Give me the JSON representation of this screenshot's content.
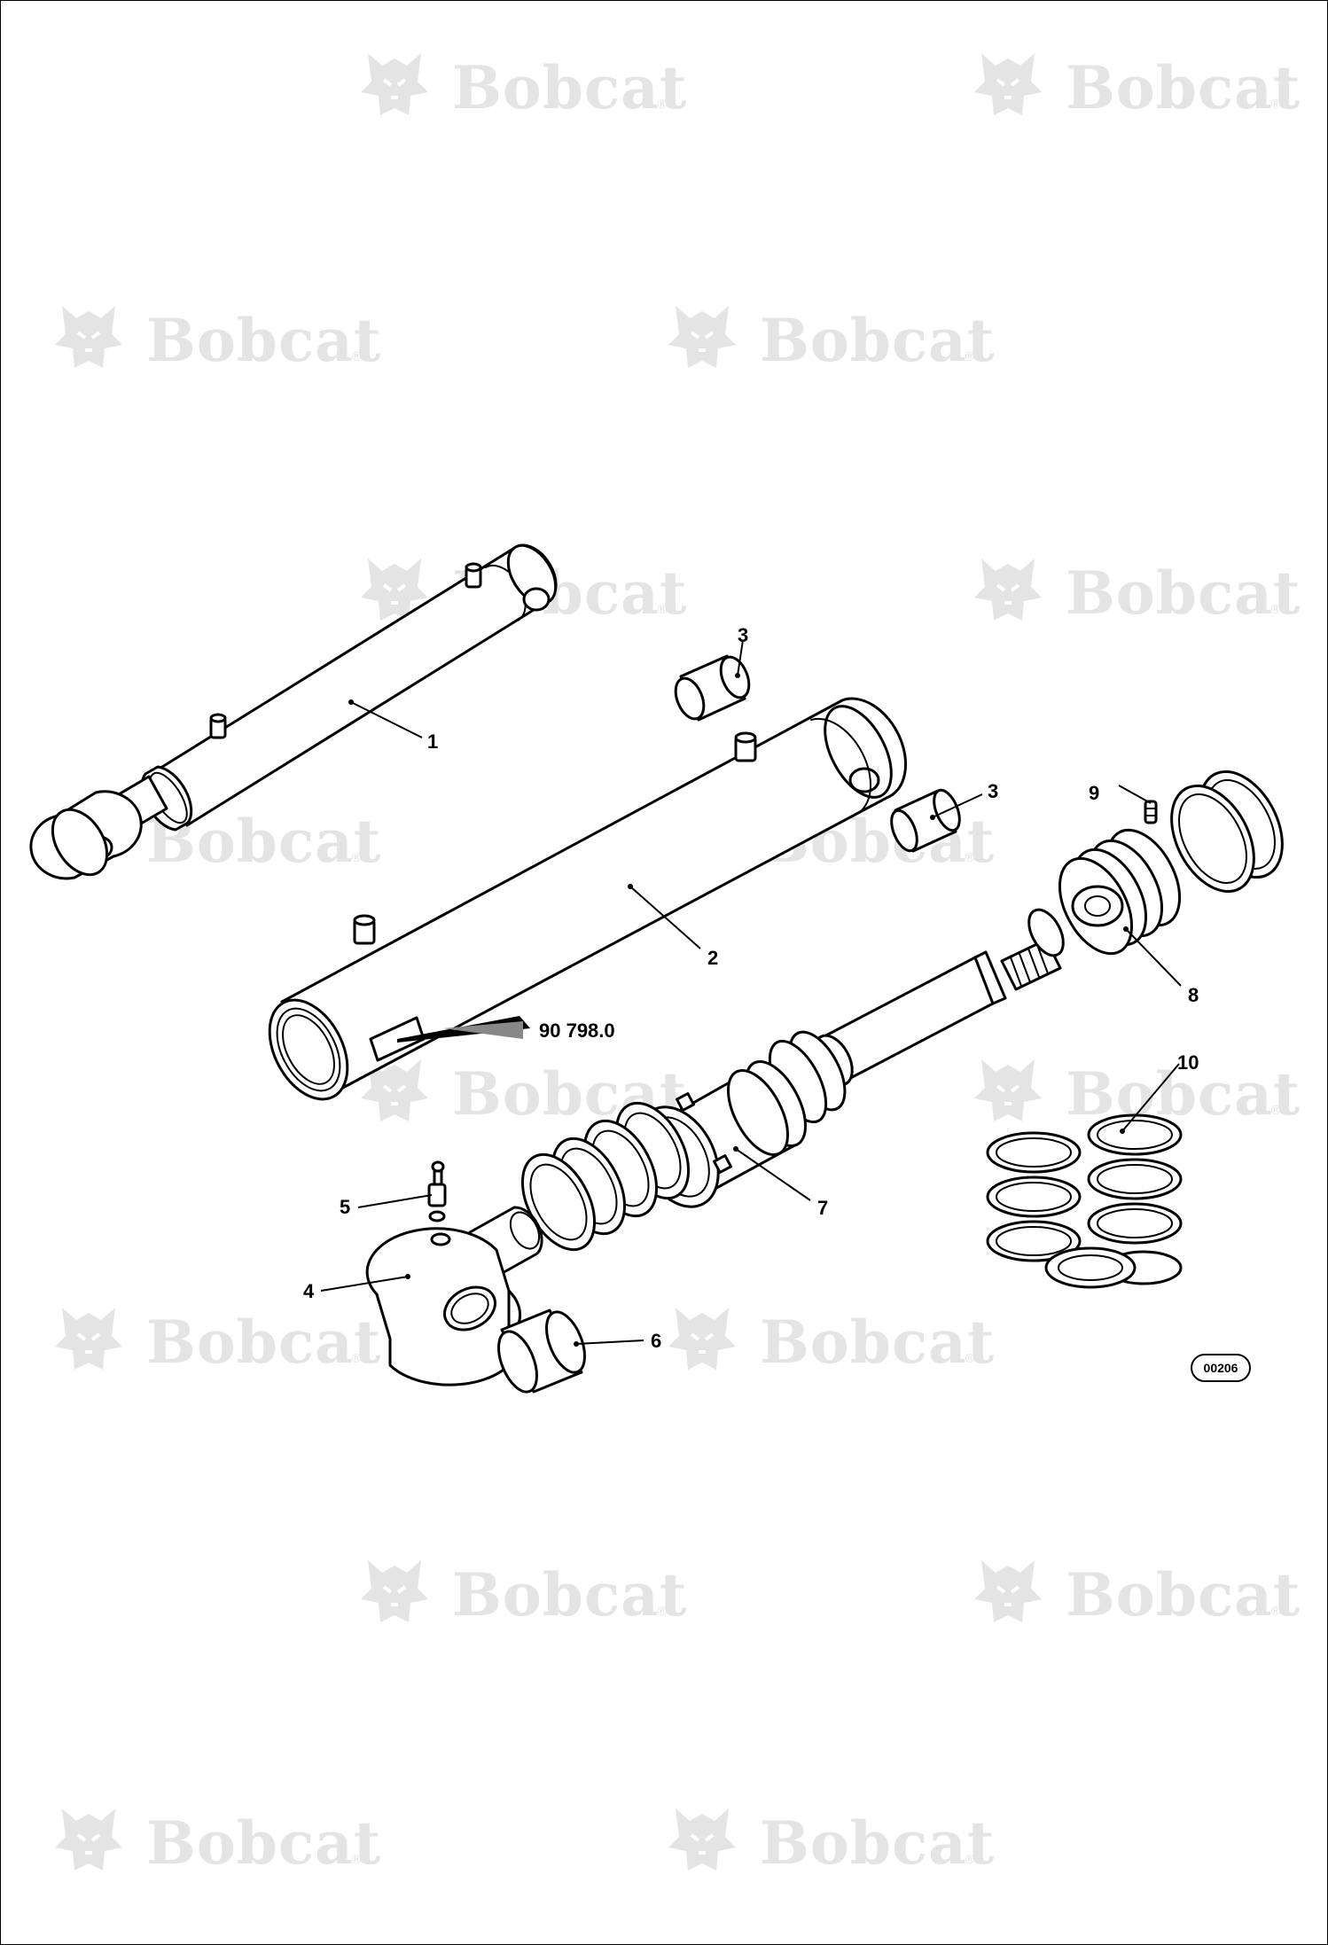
{
  "watermark": {
    "text": "Bobcat",
    "mark": "®",
    "logo": "bobcat-head-logo"
  },
  "callouts": [
    {
      "id": "1",
      "label": "1"
    },
    {
      "id": "2",
      "label": "2"
    },
    {
      "id": "3a",
      "label": "3"
    },
    {
      "id": "3b",
      "label": "3"
    },
    {
      "id": "4",
      "label": "4"
    },
    {
      "id": "5",
      "label": "5"
    },
    {
      "id": "6",
      "label": "6"
    },
    {
      "id": "7",
      "label": "7"
    },
    {
      "id": "8",
      "label": "8"
    },
    {
      "id": "9",
      "label": "9"
    },
    {
      "id": "10",
      "label": "10"
    }
  ],
  "decal_part_number": "90 798.0",
  "figure_code": "00206"
}
